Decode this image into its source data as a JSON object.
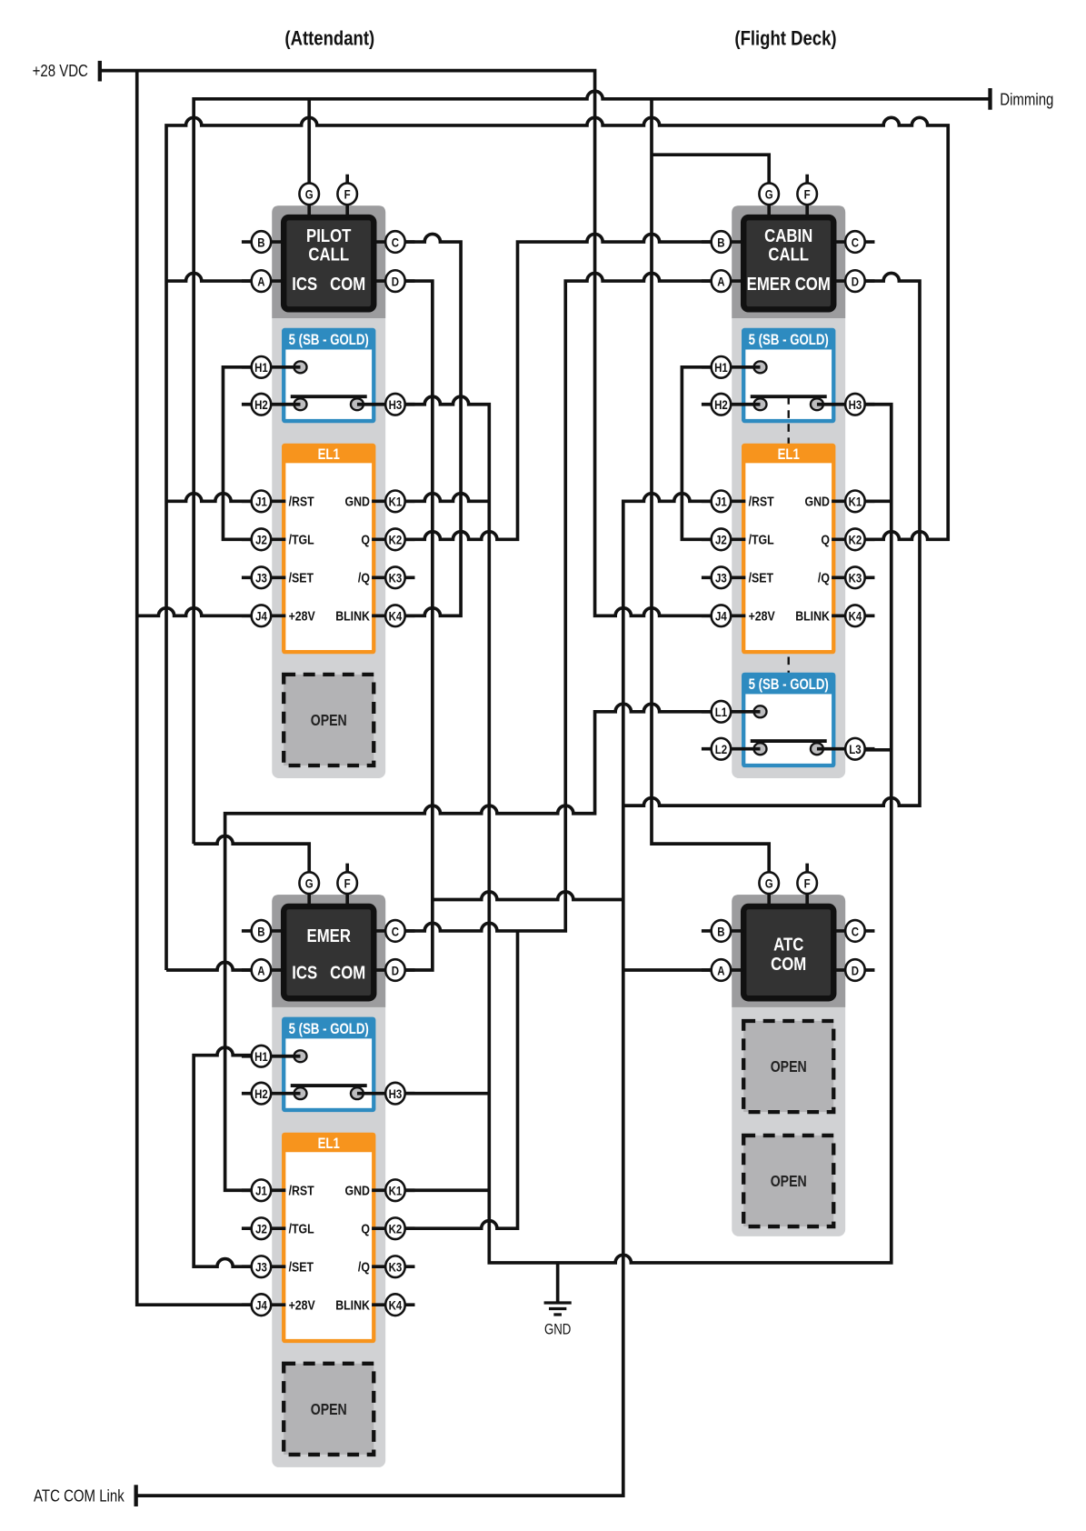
{
  "header": {
    "attendant": "(Attendant)",
    "flight_deck": "(Flight Deck)"
  },
  "terminals": {
    "vdc": "+28 VDC",
    "dimming": "Dimming",
    "atc_link": "ATC COM Link",
    "gnd": "GND"
  },
  "modules": [
    {
      "name": "pilot-call",
      "section": "Attendant",
      "cap_lines": [
        "PILOT",
        "CALL",
        "ICS   COM"
      ],
      "slots": [
        "switch",
        "el1",
        "open"
      ]
    },
    {
      "name": "cabin-call",
      "section": "Flight Deck",
      "cap_lines": [
        "CABIN",
        "CALL",
        "EMER COM"
      ],
      "slots": [
        "switch",
        "el1",
        "switch-l"
      ]
    },
    {
      "name": "emer-ics-com",
      "section": "Attendant",
      "cap_lines": [
        "EMER",
        "ICS   COM"
      ],
      "slots": [
        "switch",
        "el1",
        "open"
      ]
    },
    {
      "name": "atc-com",
      "section": "Flight Deck",
      "cap_lines": [
        "ATC",
        "COM"
      ],
      "slots": [
        "open",
        "open"
      ]
    }
  ],
  "switch": {
    "title": "5 (SB - GOLD)"
  },
  "el1": {
    "title": "EL1",
    "left": [
      "/RST",
      "/TGL",
      "/SET",
      "+28V"
    ],
    "right": [
      "GND",
      "Q",
      "/Q",
      "BLINK"
    ]
  },
  "open_label": "OPEN",
  "pins": {
    "top": [
      "G",
      "F"
    ],
    "left": [
      "B",
      "A"
    ],
    "right": [
      "C",
      "D"
    ],
    "h": [
      "H1",
      "H2",
      "H3"
    ],
    "l": [
      "L1",
      "L2",
      "L3"
    ],
    "j": [
      "J1",
      "J2",
      "J3",
      "J4"
    ],
    "k": [
      "K1",
      "K2",
      "K3",
      "K4"
    ]
  },
  "colors": {
    "switch_blue": "#2e8bc0",
    "el1_orange": "#f7941d",
    "module_top_gray": "#9c9c9e",
    "module_body_gray": "#d1d2d4",
    "cap_black": "#333333",
    "open_gray": "#b3b3b5",
    "wire": "#111111"
  }
}
